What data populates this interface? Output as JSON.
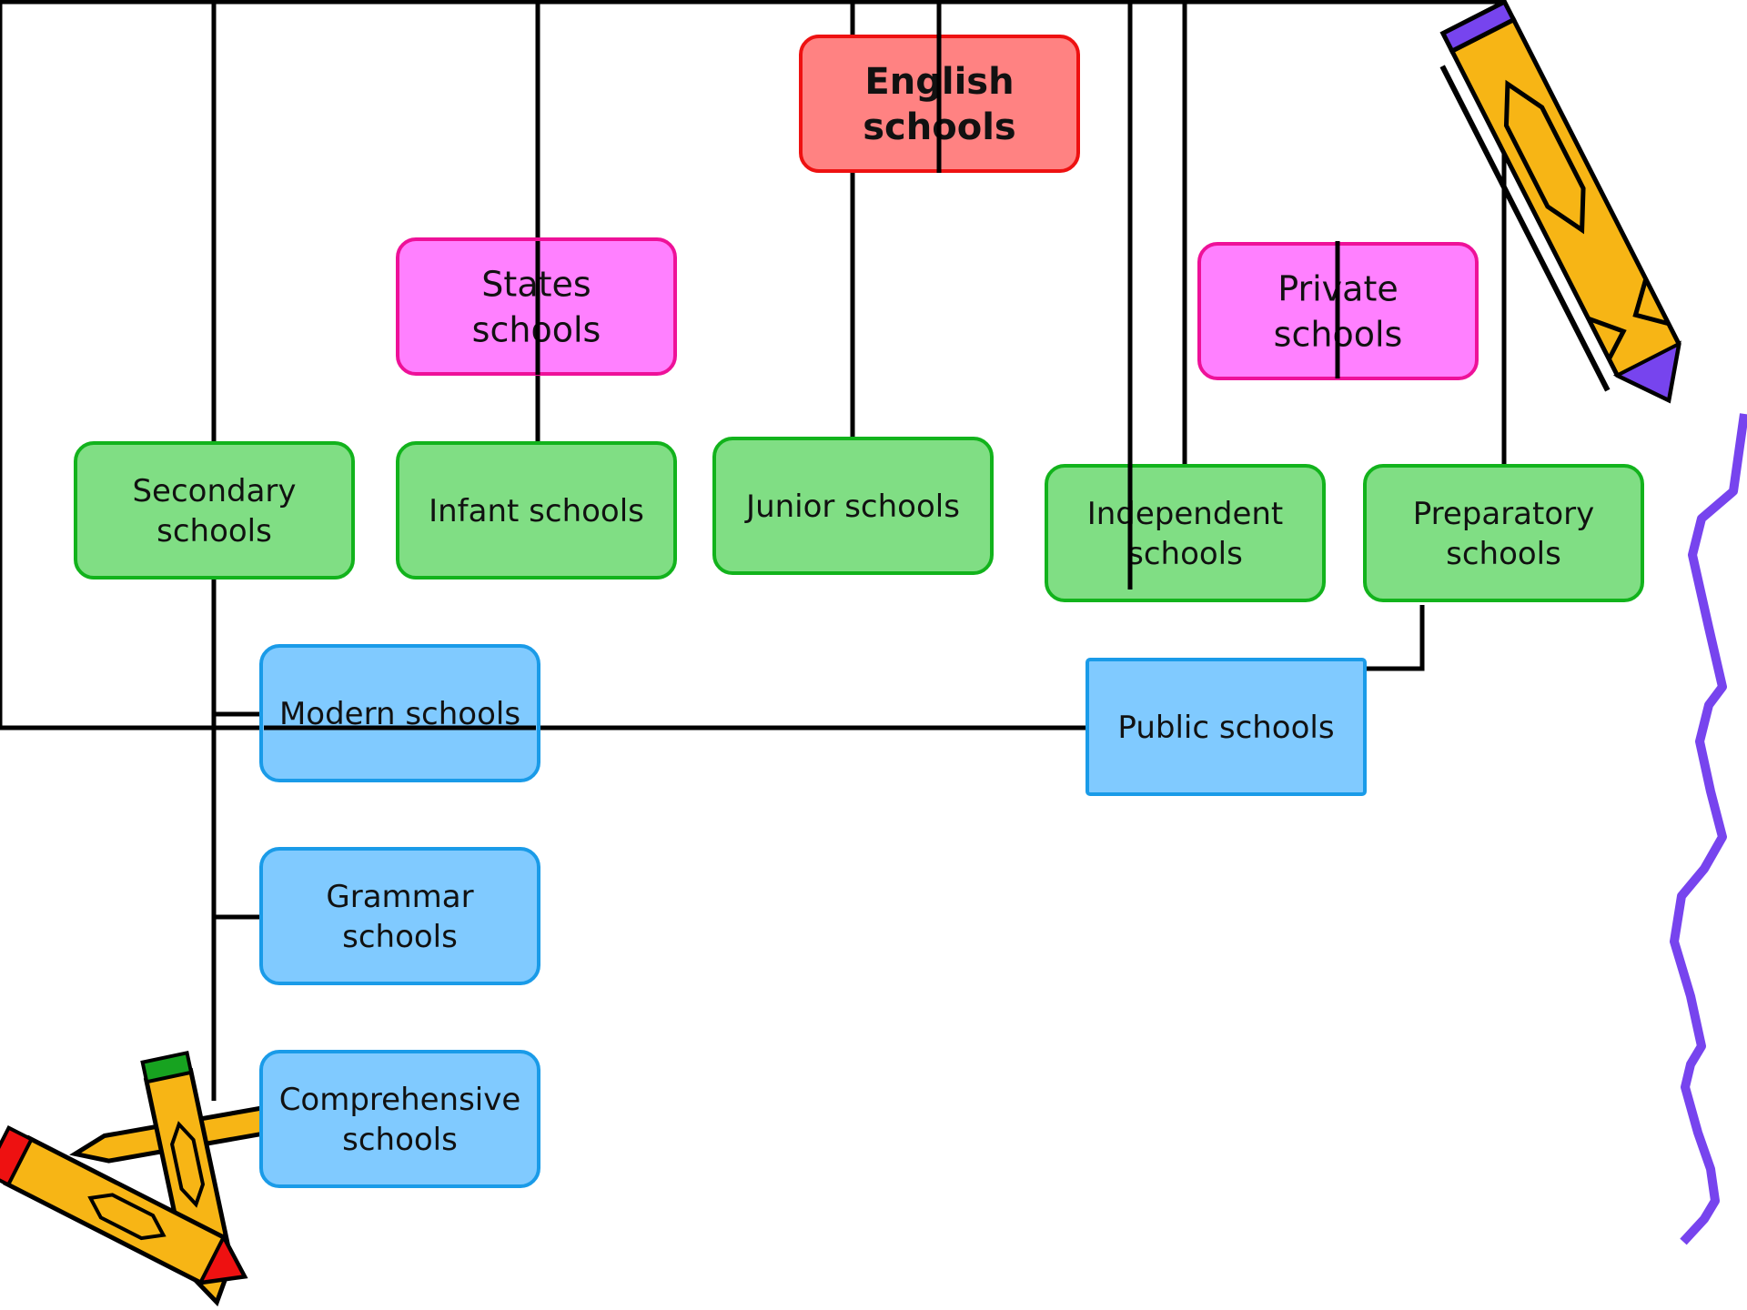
{
  "diagram": {
    "colors": {
      "root_fill": "#ff8282",
      "root_stroke": "#ee1111",
      "category_fill": "#ff80ff",
      "category_stroke": "#ee1199",
      "school_fill": "#80de84",
      "school_stroke": "#12b31c",
      "sub_fill": "#80caff",
      "sub_stroke": "#1a9be8",
      "connector": "#000000",
      "pencil_body": "#f7b515",
      "pencil_tip": "#ee1111",
      "pencil_eraser": "#17a320",
      "squiggle": "#7744ee",
      "squiggle_pencil_eraser": "#7744ee"
    },
    "nodes": {
      "root": [
        "English",
        "schools"
      ],
      "states": [
        "States",
        "schools"
      ],
      "private": [
        "Private",
        "schools"
      ],
      "secondary": [
        "Secondary",
        "schools"
      ],
      "infant": [
        "Infant schools"
      ],
      "junior": [
        "Junior schools"
      ],
      "independent": [
        "Independent",
        "schools"
      ],
      "preparatory": [
        "Preparatory",
        "schools"
      ],
      "modern": [
        "Modern schools"
      ],
      "public": [
        "Public schools"
      ],
      "grammar": [
        "Grammar",
        "schools"
      ],
      "comprehensive": [
        "Comprehensive",
        "schools"
      ]
    },
    "decorations": [
      "pencil-icon",
      "crossed-pencils-icon",
      "squiggle-line-icon"
    ]
  }
}
